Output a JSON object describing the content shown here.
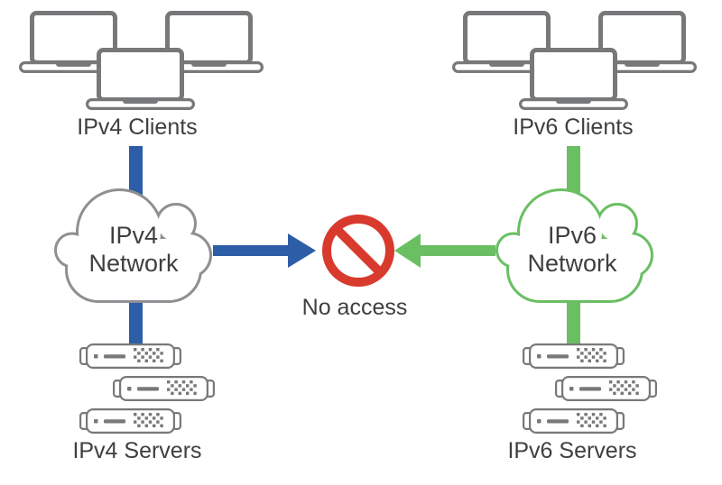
{
  "colors": {
    "blue": "#2e5da8",
    "green": "#6abf63",
    "red": "#d93a2e",
    "device_gray": "#77787a",
    "cloud_gray": "#8f9093",
    "text": "#3f3f41",
    "background": "#ffffff"
  },
  "left_column": {
    "clients_label": "IPv4 Clients",
    "network_label": "IPv4 Network",
    "servers_label": "IPv4 Servers"
  },
  "right_column": {
    "clients_label": "IPv6 Clients",
    "network_label": "IPv6 Network",
    "servers_label": "IPv6 Servers"
  },
  "center": {
    "blocked_label": "No access"
  },
  "icons": {
    "clients": "laptop-icon",
    "network": "cloud-icon",
    "servers": "server-icon",
    "blocked": "no-entry-icon",
    "ipv4_link": "arrow-right-icon",
    "ipv6_link": "arrow-left-icon"
  }
}
